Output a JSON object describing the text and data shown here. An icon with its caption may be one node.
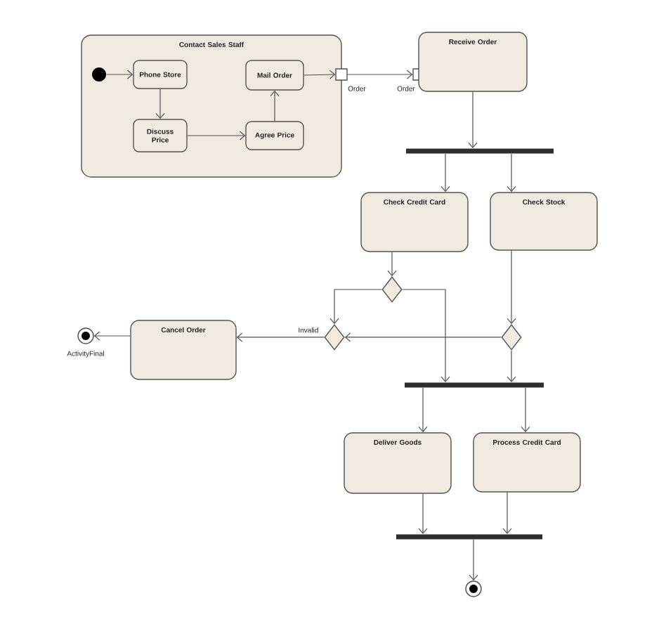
{
  "diagram": {
    "nodes": [
      {
        "text": [
          "Contact Sales Staff"
        ]
      },
      {
        "text": [],
        "shape": "circle",
        "in": 0
      },
      {
        "text": [
          "Phone Store"
        ],
        "in": 0
      },
      {
        "text": [
          "Mail Order"
        ],
        "in": 0
      },
      {
        "text": [
          "Discuss Price"
        ],
        "in": 0
      },
      {
        "text": [
          "Agree Price"
        ],
        "in": 0
      },
      {
        "text": [],
        "shape": "box",
        "beside": [
          "Order"
        ]
      },
      {
        "text": [],
        "shape": "box",
        "beside": [
          "Order"
        ]
      },
      {
        "text": [
          "Receive Order"
        ]
      },
      {
        "text": [],
        "shape": "bar"
      },
      {
        "text": [
          "Check Credit Card"
        ]
      },
      {
        "text": [
          "Check Stock"
        ]
      },
      {
        "text": [],
        "shape": "diamond"
      },
      {
        "text": [],
        "shape": "diamond"
      },
      {
        "text": [],
        "shape": "diamond"
      },
      {
        "text": [
          "Cancel Order"
        ]
      },
      {
        "text": [],
        "shape": "circle",
        "beside": [
          "ActivityFinal"
        ]
      },
      {
        "text": [],
        "shape": "bar"
      },
      {
        "text": [
          "Deliver Goods"
        ]
      },
      {
        "text": [
          "Process Credit Card"
        ]
      },
      {
        "text": [],
        "shape": "bar"
      },
      {
        "text": [],
        "shape": "circle"
      }
    ],
    "edges": [
      {
        "from": 1,
        "to": 2,
        "arrow": "to"
      },
      {
        "from": 2,
        "to": 4,
        "arrow": "to"
      },
      {
        "from": 4,
        "to": 5,
        "arrow": "to"
      },
      {
        "from": 5,
        "to": 3,
        "arrow": "to"
      },
      {
        "from": 3,
        "to": 6,
        "arrow": "to"
      },
      {
        "from": 6,
        "to": 7,
        "arrow": "to"
      },
      {
        "from": 8,
        "to": 9,
        "arrow": "to"
      },
      {
        "from": 9,
        "to": 10,
        "arrow": "to"
      },
      {
        "from": 9,
        "to": 11,
        "arrow": "to"
      },
      {
        "from": 10,
        "to": 12,
        "arrow": "to"
      },
      {
        "from": 12,
        "to": 17,
        "arrow": "to"
      },
      {
        "from": 12,
        "to": 13,
        "arrow": "to"
      },
      {
        "from": 11,
        "to": 14,
        "arrow": "to"
      },
      {
        "from": 14,
        "to": 13,
        "arrow": "to"
      },
      {
        "from": 14,
        "to": 17,
        "arrow": "to"
      },
      {
        "from": 13,
        "to": 15,
        "arrow": "to",
        "label": "Invalid"
      },
      {
        "from": 15,
        "to": 16,
        "arrow": "to"
      },
      {
        "from": 17,
        "to": 18,
        "arrow": "to"
      },
      {
        "from": 17,
        "to": 19,
        "arrow": "to"
      },
      {
        "from": 18,
        "to": 20,
        "arrow": "to"
      },
      {
        "from": 19,
        "to": 20,
        "arrow": "to"
      },
      {
        "from": 20,
        "to": 21,
        "arrow": "to"
      }
    ]
  }
}
